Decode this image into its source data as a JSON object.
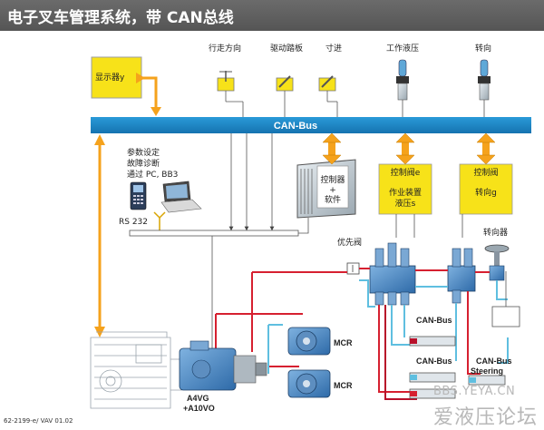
{
  "title": "电子叉车管理系统，带 CAN总线",
  "display": {
    "label": "显示器y"
  },
  "bus": {
    "label": "CAN-Bus"
  },
  "inputs": {
    "travel": "行走方向",
    "pedal": "驱动踏板",
    "inching": "寸进",
    "work_hydraulics": "工作液压",
    "steering": "转向"
  },
  "diag": {
    "line1": "参数设定",
    "line2": "故障诊断",
    "line3": "通过 PC, BB3",
    "rs232": "RS 232"
  },
  "controller_main": {
    "line1": "控制器",
    "line2": "+",
    "line3": "软件"
  },
  "valve_e": {
    "line1": "控制阀e",
    "line2": "作业装置",
    "line3": "液压s"
  },
  "valve_g": {
    "line1": "控制阀",
    "line2": "转向g"
  },
  "priority_valve": "优先阀",
  "steering_unit": "转向器",
  "can_bus_sub1": "CAN-Bus",
  "can_bus_sub2": "CAN-Bus",
  "can_bus_sub3": "CAN-Bus",
  "steering_small": "Steering",
  "mcr1": "MCR",
  "mcr2": "MCR",
  "pump": {
    "line1": "A4VG",
    "line2": "+A10VO"
  },
  "footer": "62-2199-e/ VAV 01.02",
  "watermark": {
    "en": "BBS.YEYA.CN",
    "cn": "爱液压论坛"
  },
  "colors": {
    "bus": "#1a86c7",
    "arrow": "#f5a21c",
    "yellow": "#f7e219",
    "red": "#d62030",
    "cyan": "#5fbfe0"
  }
}
